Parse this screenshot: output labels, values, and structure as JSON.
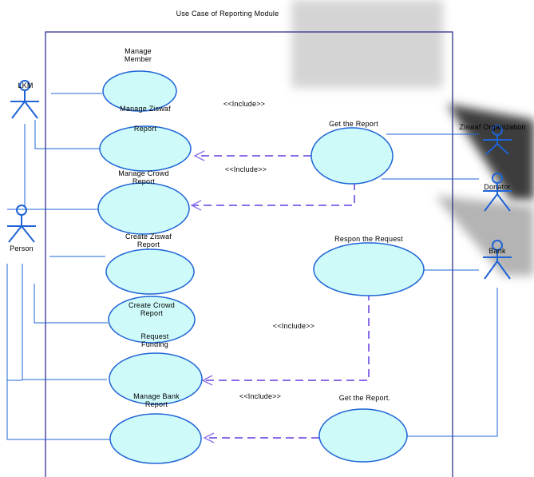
{
  "title": "Use Case of Reporting Module",
  "actors": {
    "lkm": "LKM",
    "person": "Person",
    "ziswaf_org": "Ziswaf Organization",
    "donator": "Donator",
    "bank": "Bank"
  },
  "use_cases": {
    "manage_member": "Manage\nMember",
    "manage_ziswaf_report": "Manage  Ziswaf\nReport",
    "manage_crowd_report": "Manage  Crowd\nReport",
    "create_ziswaf_report": "Create  Ziswaf\nReport",
    "create_crowd_report": "Create  Crowd\nReport",
    "request_funding": "Request\nFunding",
    "manage_bank_report": "Manage  Bank\nReport",
    "get_the_report": "Get  the  Report",
    "respon_the_request": "Respon  the  Request",
    "get_the_report_dot": "Get  the  Report."
  },
  "relations": {
    "include_1": "<<Include>>",
    "include_2": "<<Include>>",
    "include_3": "<<Include>>",
    "include_4": "<<Include>>"
  },
  "colors": {
    "usecase_fill": "#cffafa",
    "usecase_stroke": "#1e64d6",
    "actor_stroke": "#1e64d6",
    "association": "#1e64d6",
    "include_line": "#8a6be8",
    "boundary": "#2f2f8f"
  }
}
